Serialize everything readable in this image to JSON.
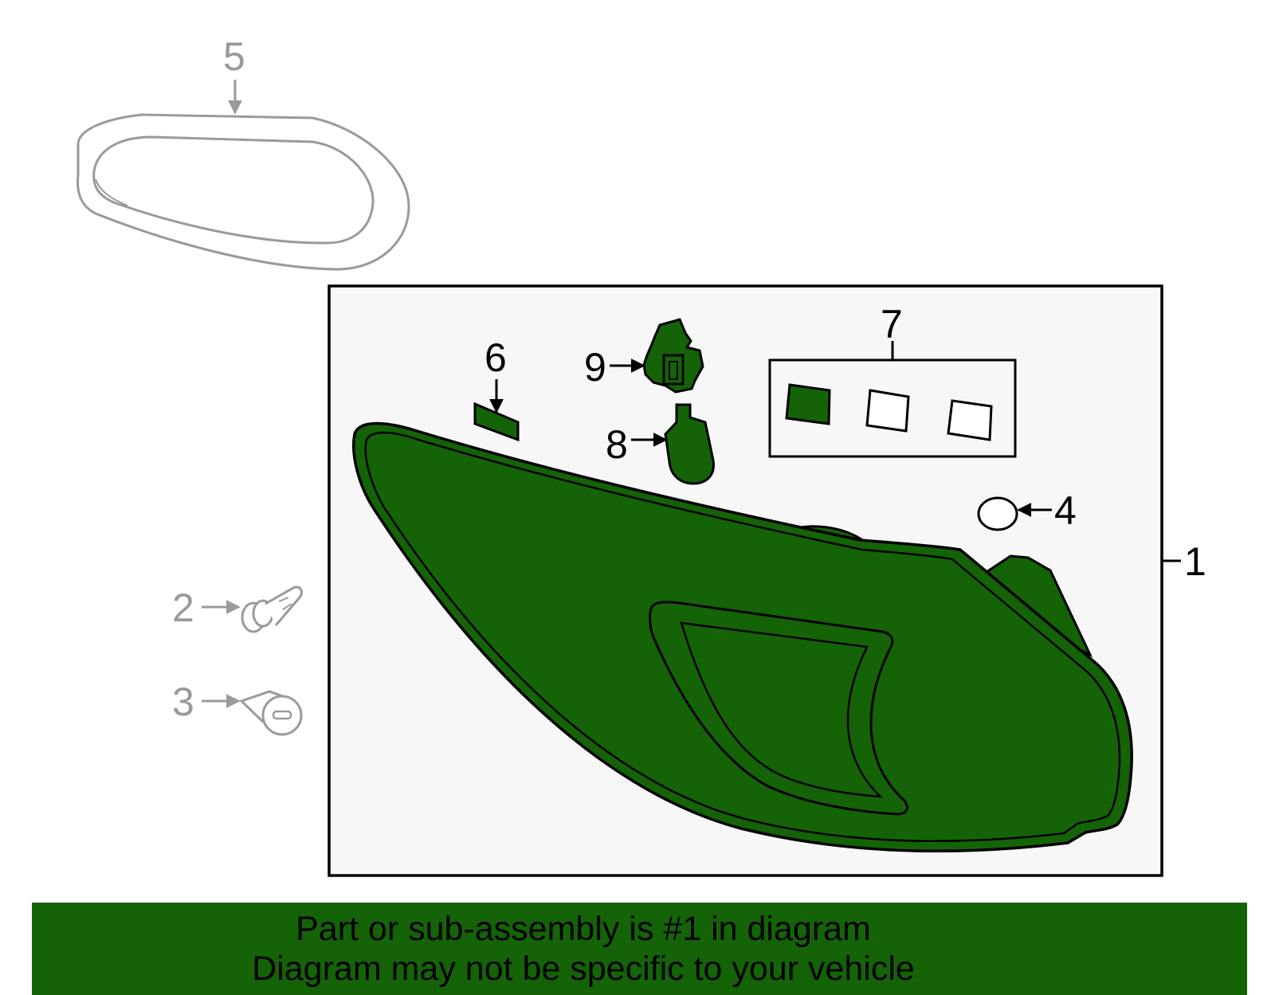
{
  "callouts": {
    "c1": "1",
    "c2": "2",
    "c3": "3",
    "c4": "4",
    "c5": "5",
    "c6": "6",
    "c7": "7",
    "c8": "8",
    "c9": "9"
  },
  "banner": {
    "line1": "Part or sub-assembly is #1 in diagram",
    "line2": "Diagram may not be specific to your vehicle"
  },
  "colors": {
    "highlight_green": "#146307",
    "panel_background": "#f7f7f7",
    "unhighlighted_gray": "#9a9a9a",
    "outline": "#000000"
  }
}
